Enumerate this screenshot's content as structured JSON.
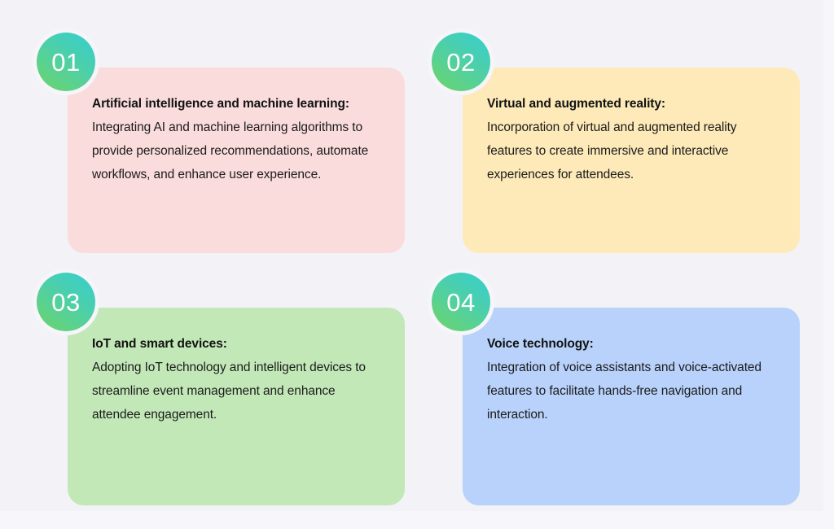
{
  "page": {
    "background_color": "#f3f2f7",
    "layout": "2x2-card-grid"
  },
  "badge_style": {
    "gradient_from": "#35cfd0",
    "gradient_to": "#6ed469",
    "text_color": "#ffffff"
  },
  "cards": [
    {
      "number": "01",
      "heading": "Artificial intelligence and machine learning:",
      "body": "Integrating AI and machine learning algorithms to provide personalized recommendations, automate workflows, and enhance user experience.",
      "color": "#fadcdc"
    },
    {
      "number": "02",
      "heading": "Virtual and augmented reality:",
      "body": "Incorporation of virtual and augmented reality features to create immersive and interactive experiences for attendees.",
      "color": "#fdeab8"
    },
    {
      "number": "03",
      "heading": "IoT and smart devices:",
      "body": "Adopting IoT technology and intelligent devices to streamline event management and enhance attendee engagement.",
      "color": "#c3e8b8"
    },
    {
      "number": "04",
      "heading": "Voice technology:",
      "body": "Integration of voice assistants and voice-activated features to facilitate hands-free navigation and interaction.",
      "color": "#b8d2fb"
    }
  ]
}
